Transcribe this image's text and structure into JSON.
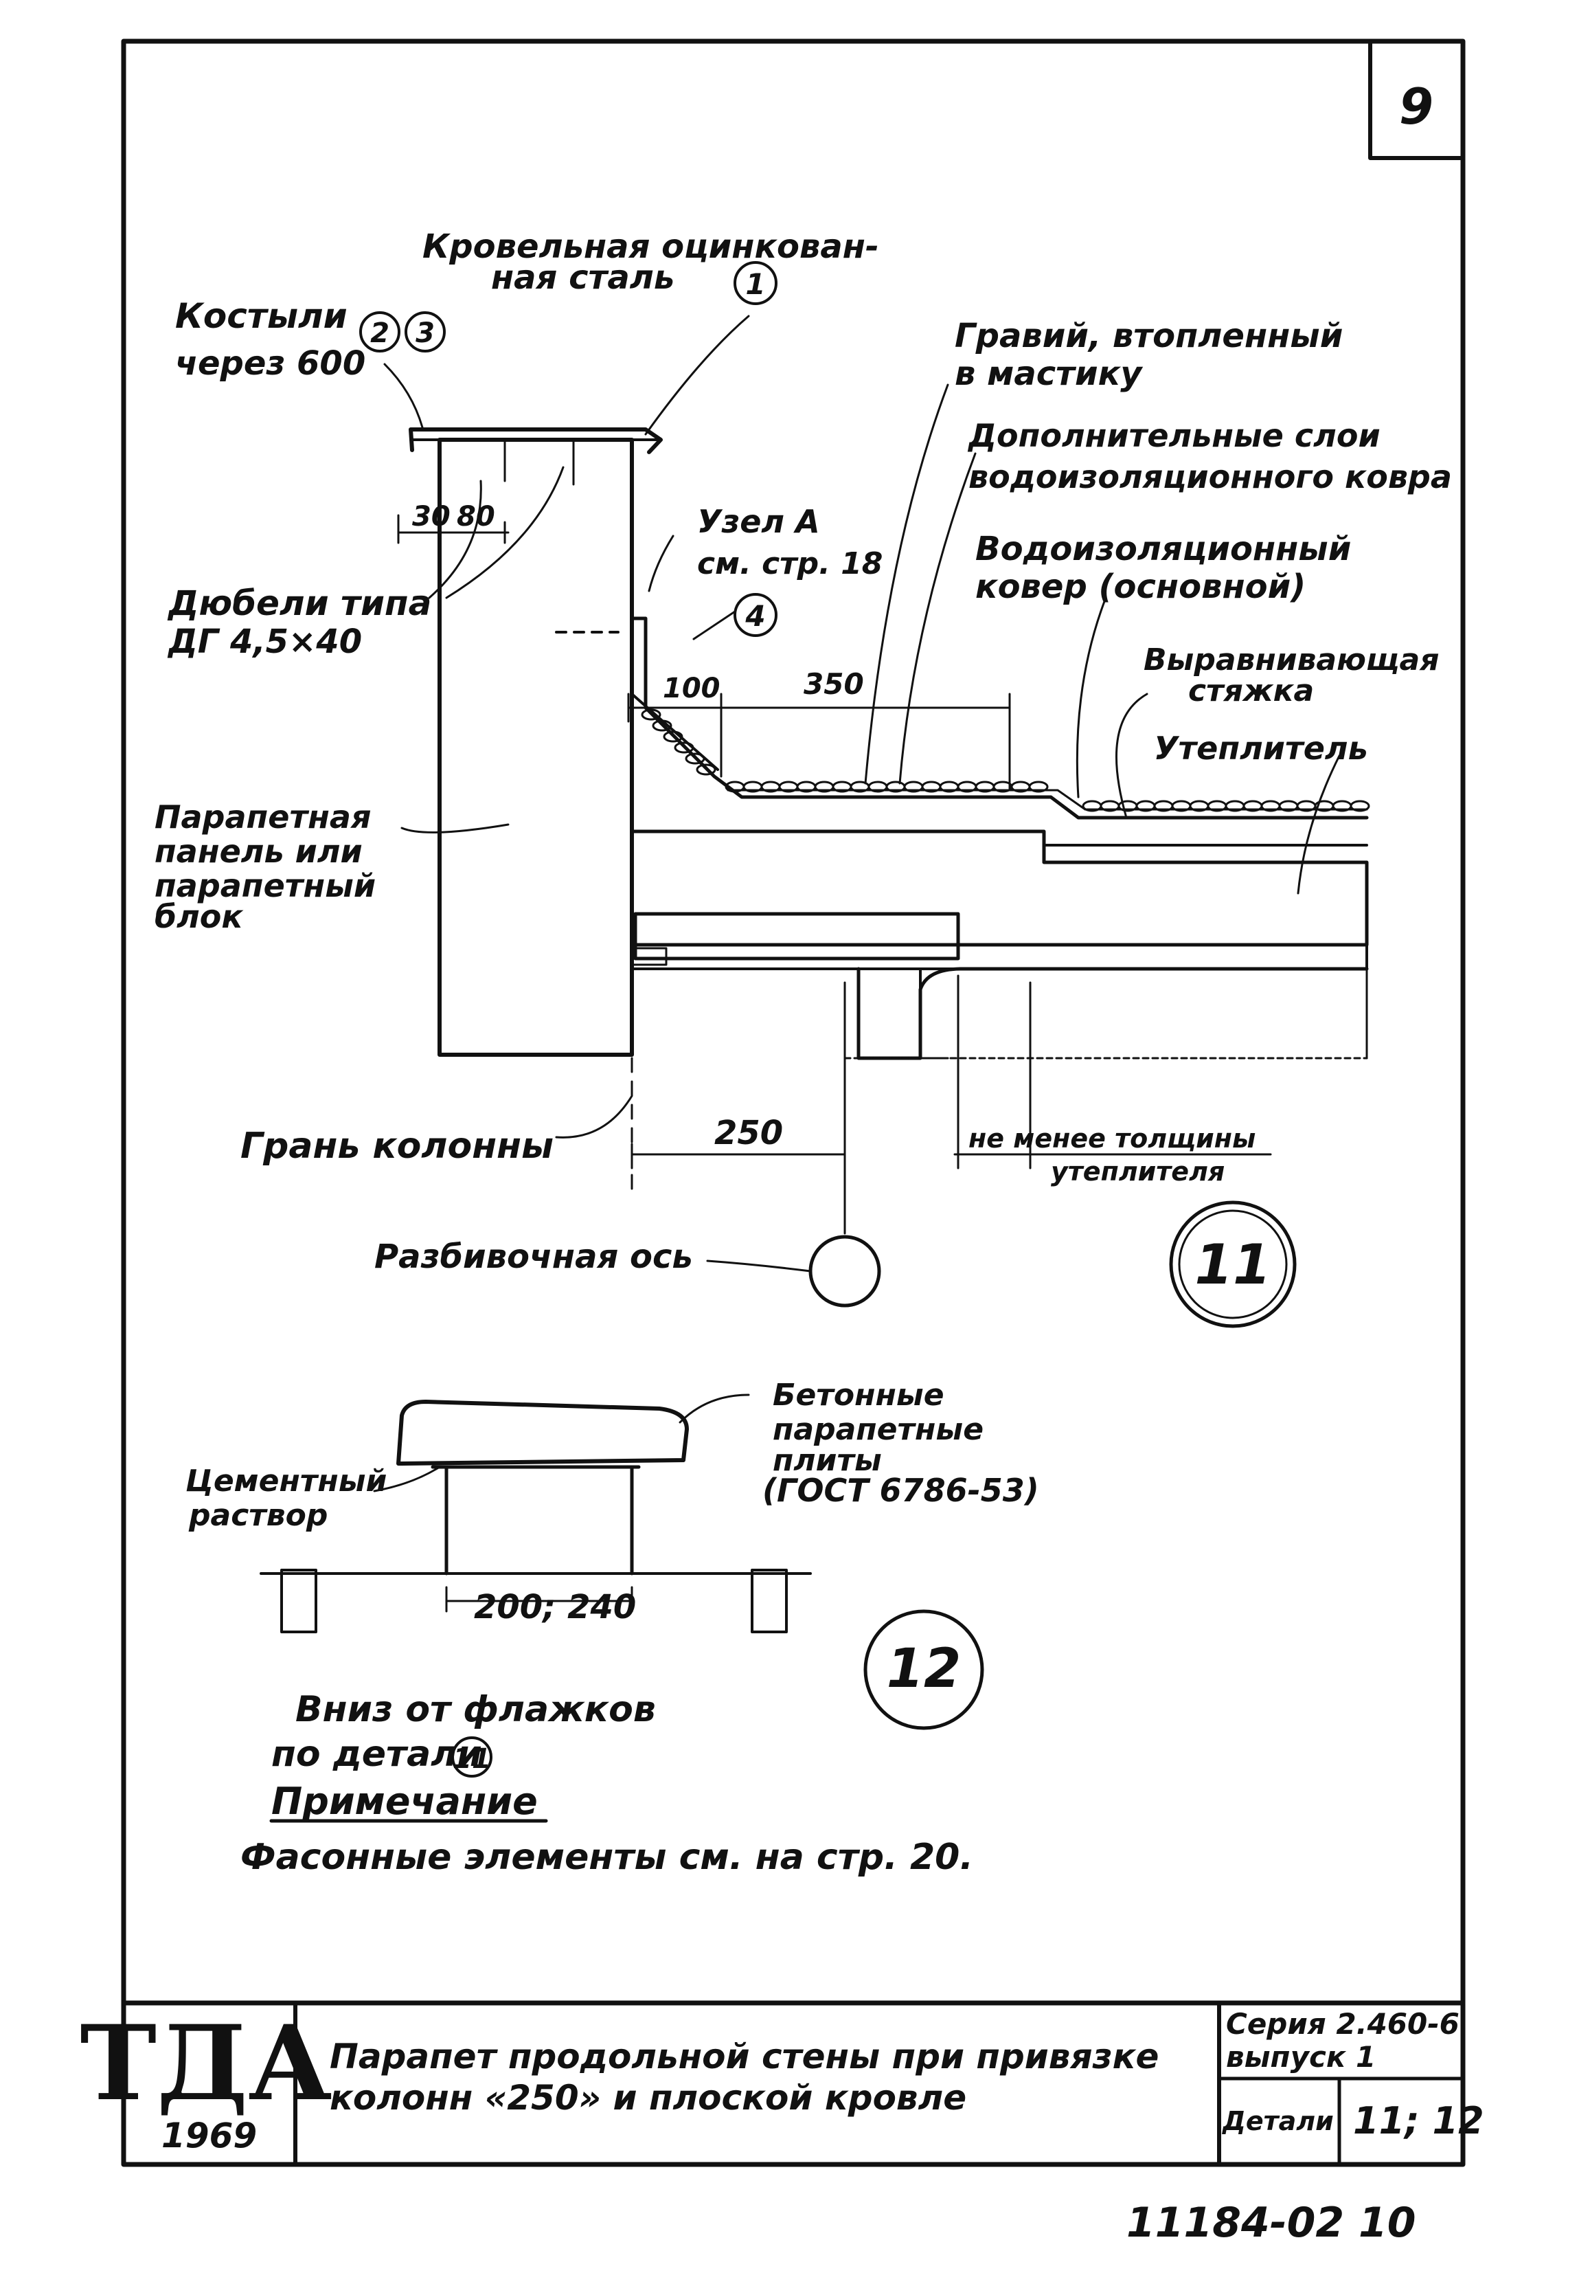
{
  "sheet": {
    "page_number": "9",
    "stamp_number": "11184-02   10"
  },
  "detail11": {
    "marker": "11",
    "labels": {
      "steel_line1": "Кровельная оцинкован-",
      "steel_line2": "ная сталь",
      "steel_ref": "1",
      "brackets_line1": "Костыли",
      "brackets_line2": "через 600",
      "brackets_ref1": "2",
      "brackets_ref2": "3",
      "dowel_line1": "Дюбели типа",
      "dowel_line2": "ДГ 4,5×40",
      "node_line1": "Узел А",
      "node_line2": "см. стр. 18",
      "node_ref": "4",
      "gravel_line1": "Гравий, втопленный",
      "gravel_line2": "в мастику",
      "extra_layers_line1": "Дополнительные слои",
      "extra_layers_line2": "водоизоляционного ковра",
      "main_carpet_line1": "Водоизоляционный",
      "main_carpet_line2": "ковер (основной)",
      "screed_line1": "Выравнивающая",
      "screed_line2": "стяжка",
      "insulation": "Утеплитель",
      "panel_line1": "Парапетная",
      "panel_line2": "панель или",
      "panel_line3": "парапетный",
      "panel_line4": "блок",
      "column_face": "Грань колонны",
      "axis": "Разбивочная ось",
      "min_thickness_line1": "не менее толщины",
      "min_thickness_line2": "утеплителя"
    },
    "dims": {
      "d30": "30",
      "d80": "80",
      "d100": "100",
      "d350": "350",
      "d250": "250"
    }
  },
  "detail12": {
    "marker": "12",
    "labels": {
      "slabs_line1": "Бетонные",
      "slabs_line2": "парапетные",
      "slabs_line3": "плиты",
      "slabs_line4": "(ГОСТ 6786-53)",
      "mortar_line1": "Цементный",
      "mortar_line2": "раствор",
      "down_line1": "Вниз от флажков",
      "down_line2": "по детали",
      "down_ref": "11"
    },
    "dims": {
      "width": "200; 240"
    }
  },
  "note": {
    "heading": "Примечание",
    "text": "Фасонные элементы см. на стр. 20."
  },
  "title_block": {
    "logo": "ТДА",
    "year": "1969",
    "title_line1": "Парапет продольной стены при привязке",
    "title_line2": "колонн «250» и плоской кровле",
    "series_line1": "Серия 2.460-6",
    "series_line2": "выпуск 1",
    "details_label": "Детали",
    "details_value": "11; 12"
  }
}
